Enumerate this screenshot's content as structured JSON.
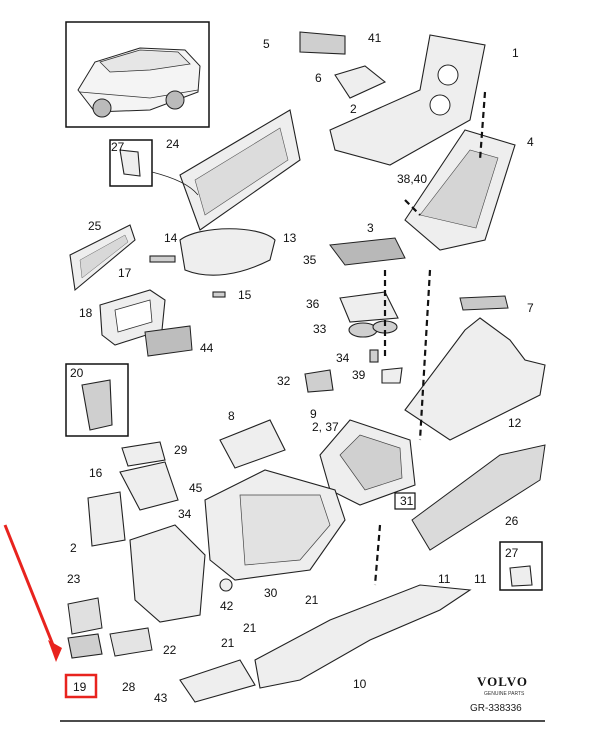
{
  "callouts": {
    "c1": "1",
    "c2a": "2",
    "c2b": "2",
    "c2_37": "2, 37",
    "c3": "3",
    "c4": "4",
    "c5": "5",
    "c6": "6",
    "c7": "7",
    "c8": "8",
    "c9": "9",
    "c10": "10",
    "c11a": "11",
    "c11b": "11",
    "c12": "12",
    "c13": "13",
    "c14": "14",
    "c15": "15",
    "c16": "16",
    "c17": "17",
    "c18": "18",
    "c19": "19",
    "c20": "20",
    "c21a": "21",
    "c21b": "21",
    "c21c": "21",
    "c22": "22",
    "c23": "23",
    "c24": "24",
    "c25": "25",
    "c26": "26",
    "c27a": "27",
    "c27b": "27",
    "c28": "28",
    "c29": "29",
    "c30": "30",
    "c31": "31",
    "c32": "32",
    "c33": "33",
    "c34a": "34",
    "c34b": "34",
    "c35": "35",
    "c36": "36",
    "c38_40": "38,40",
    "c39": "39",
    "c41": "41",
    "c42": "42",
    "c43": "43",
    "c44": "44",
    "c45": "45"
  },
  "branding": {
    "logo": "VOLVO",
    "logo_sub": "GENUINE PARTS",
    "reference": "GR-338336"
  },
  "highlight": {
    "part_callout": "19",
    "color": "#e8231e"
  }
}
